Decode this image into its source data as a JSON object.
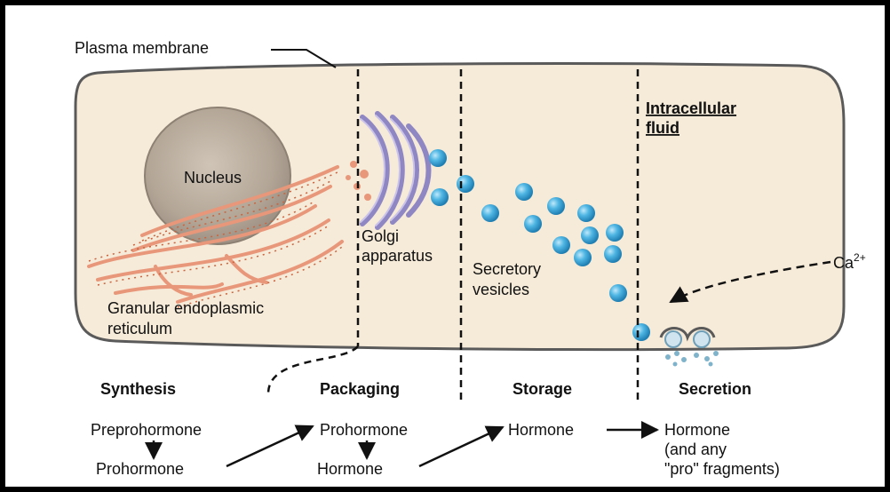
{
  "labels": {
    "plasma_membrane": "Plasma membrane",
    "nucleus": "Nucleus",
    "golgi_1": "Golgi",
    "golgi_2": "apparatus",
    "er_1": "Granular endoplasmic",
    "er_2": "reticulum",
    "vesicles_1": "Secretory",
    "vesicles_2": "vesicles",
    "icf_1": "Intracellular",
    "icf_2": "fluid",
    "calcium": "Ca",
    "calcium_sup": "2+"
  },
  "stages": {
    "synthesis": "Synthesis",
    "packaging": "Packaging",
    "storage": "Storage",
    "secretion": "Secretion"
  },
  "flow": {
    "preprohormone": "Preprohormone",
    "prohormone_1": "Prohormone",
    "prohormone_2": "Prohormone",
    "hormone_1": "Hormone",
    "hormone_2": "Hormone",
    "hormone_3": "Hormone",
    "fragments_1": "(and any",
    "fragments_2": "\"pro\" fragments)"
  },
  "colors": {
    "cell_fill": "#f6ead8",
    "membrane": "#5a5a5a",
    "nucleus": "#b9ada0",
    "er": "#e8977a",
    "golgi": "#8f86c4",
    "vesicle": "#3ea9d9"
  }
}
